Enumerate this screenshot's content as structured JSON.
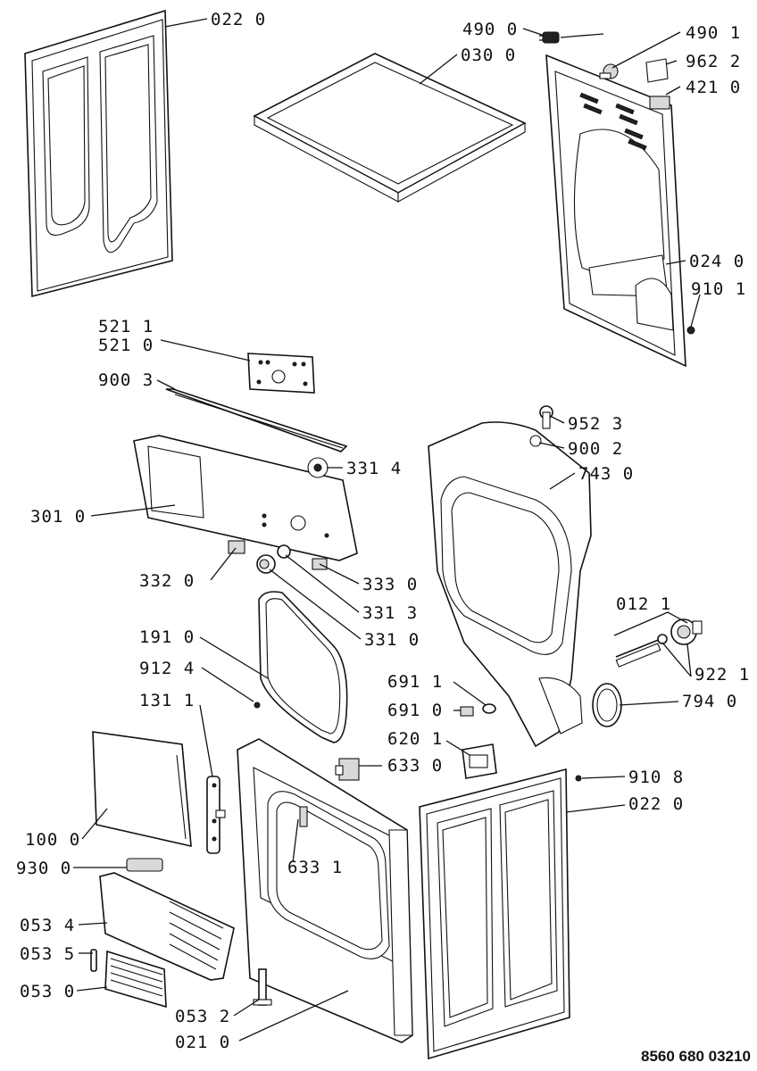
{
  "document_number": "8560 680 03210",
  "labels": {
    "p0220_top": "022 0",
    "p0300": "030 0",
    "p4900": "490 0",
    "p4901": "490 1",
    "p9622": "962 2",
    "p4210": "421 0",
    "p0240": "024 0",
    "p9101": "910 1",
    "p5211": "521 1",
    "p5210": "521 0",
    "p9003": "900 3",
    "p3314": "331 4",
    "p3010": "301 0",
    "p3320": "332 0",
    "p3330": "333 0",
    "p3313": "331 3",
    "p3310": "331 0",
    "p9523": "952 3",
    "p9002": "900 2",
    "p7430": "743 0",
    "p0121": "012 1",
    "p9221": "922 1",
    "p7940": "794 0",
    "p1910": "191 0",
    "p9124": "912 4",
    "p1311": "131 1",
    "p6911a": "691 1",
    "p6910": "691 0",
    "p6201": "620 1",
    "p6330": "633 0",
    "p9108": "910 8",
    "p0220_bottom": "022 0",
    "p1000": "100 0",
    "p6331": "633 1",
    "p9300": "930 0",
    "p0534": "053 4",
    "p0535": "053 5",
    "p0530": "053 0",
    "p0532": "053 2",
    "p0210": "021 0"
  }
}
